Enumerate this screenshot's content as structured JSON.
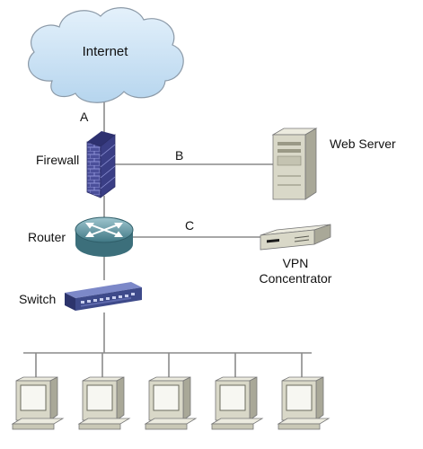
{
  "labels": {
    "internet": "Internet",
    "firewall": "Firewall",
    "router": "Router",
    "switch": "Switch",
    "web_server": "Web Server",
    "vpn_line1": "VPN",
    "vpn_line2": "Concentrator",
    "link_a": "A",
    "link_b": "B",
    "link_c": "C"
  },
  "workstation_count": 5,
  "icons": {
    "cloud": "internet-cloud-icon",
    "firewall": "firewall-brick-icon",
    "router": "router-icon",
    "switch": "switch-icon",
    "server": "server-tower-icon",
    "vpn": "vpn-concentrator-icon",
    "workstation": "workstation-monitor-icon"
  },
  "colors": {
    "cloud_fill": "#c5dff2",
    "firewall_blue": "#4b4f9a",
    "router_teal": "#4f8a96",
    "switch_blue": "#3e4a8a",
    "device_beige": "#d9d8c8",
    "line": "#8a8a8a"
  }
}
